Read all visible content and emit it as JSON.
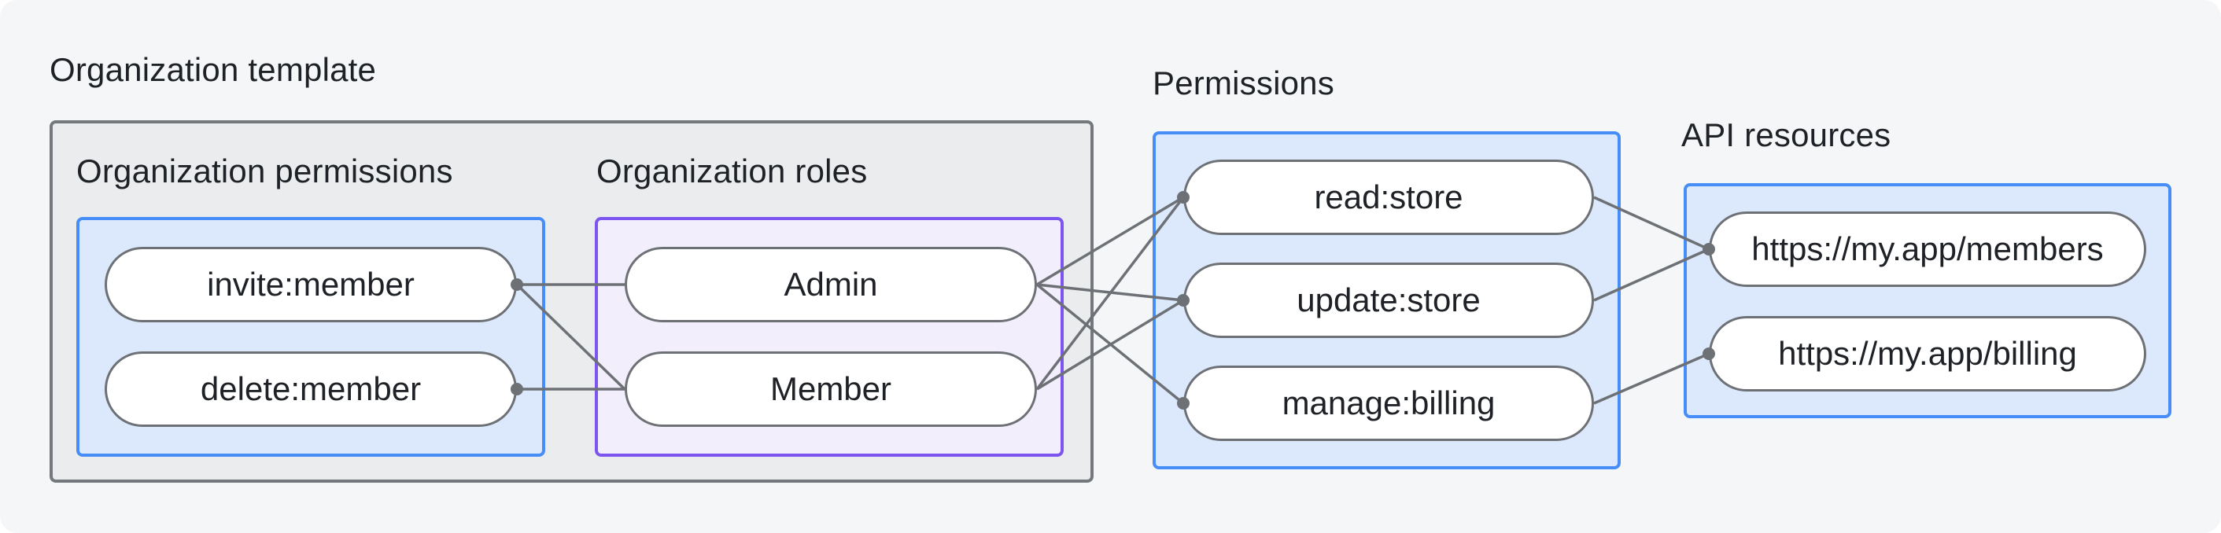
{
  "title": "Organization template",
  "groups": {
    "org_permissions": {
      "label": "Organization permissions",
      "nodes": [
        {
          "id": "invite",
          "label": "invite:member"
        },
        {
          "id": "delete",
          "label": "delete:member"
        }
      ]
    },
    "org_roles": {
      "label": "Organization roles",
      "nodes": [
        {
          "id": "admin",
          "label": "Admin"
        },
        {
          "id": "member",
          "label": "Member"
        }
      ]
    },
    "permissions": {
      "label": "Permissions",
      "nodes": [
        {
          "id": "read",
          "label": "read:store"
        },
        {
          "id": "update",
          "label": "update:store"
        },
        {
          "id": "manage",
          "label": "manage:billing"
        }
      ]
    },
    "api_resources": {
      "label": "API resources",
      "nodes": [
        {
          "id": "members",
          "label": "https://my.app/members"
        },
        {
          "id": "billing",
          "label": "https://my.app/billing"
        }
      ]
    }
  },
  "edges": [
    {
      "from": "invite:member",
      "to": "Admin"
    },
    {
      "from": "invite:member",
      "to": "Member"
    },
    {
      "from": "delete:member",
      "to": "Member"
    },
    {
      "from": "Admin",
      "to": "read:store"
    },
    {
      "from": "Admin",
      "to": "update:store"
    },
    {
      "from": "Admin",
      "to": "manage:billing"
    },
    {
      "from": "Member",
      "to": "read:store"
    },
    {
      "from": "Member",
      "to": "update:store"
    },
    {
      "from": "read:store",
      "to": "https://my.app/members"
    },
    {
      "from": "update:store",
      "to": "https://my.app/members"
    },
    {
      "from": "manage:billing",
      "to": "https://my.app/billing"
    }
  ],
  "colors": {
    "background": "#f5f6f7",
    "panel_gray_fill": "#ebeced",
    "panel_gray_border": "#74787d",
    "panel_blue_fill": "#dce9fc",
    "panel_blue_border": "#478df7",
    "panel_purple_fill": "#f3eefc",
    "panel_purple_border": "#7c55f0",
    "node_fill": "#ffffff",
    "node_border": "#6d7176",
    "connector": "#6d7176",
    "text": "#1e2126"
  }
}
